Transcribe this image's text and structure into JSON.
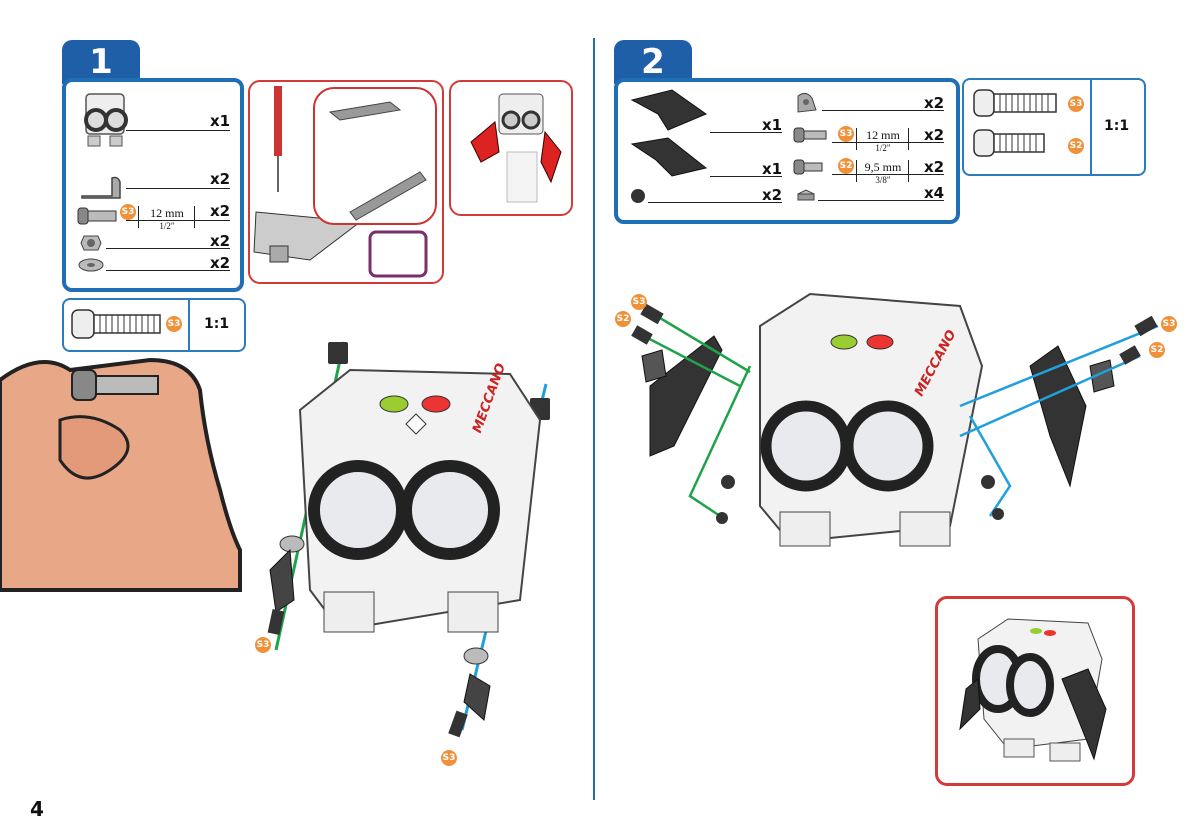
{
  "page_number": "4",
  "step1": {
    "number": "1",
    "parts": [
      {
        "name": "robot-head",
        "qty": "x1"
      },
      {
        "name": "angle-bracket",
        "qty": "x2"
      },
      {
        "name": "screw",
        "qty": "x2",
        "badge": "S3",
        "length_mm": "12 mm",
        "length_in": "1/2\""
      },
      {
        "name": "nut",
        "qty": "x2"
      },
      {
        "name": "washer",
        "qty": "x2"
      }
    ],
    "scale": {
      "badge": "S3",
      "label": "1:1"
    },
    "callout_badges": [
      "S3",
      "S3"
    ]
  },
  "step2": {
    "number": "2",
    "parts": [
      {
        "name": "arm-plate",
        "qty": "x1"
      },
      {
        "name": "arm-plate",
        "qty": "x1"
      },
      {
        "name": "nut",
        "qty": "x2"
      },
      {
        "name": "angle-bracket",
        "qty": "x2"
      },
      {
        "name": "screw",
        "qty": "x2",
        "badge": "S3",
        "length_mm": "12 mm",
        "length_in": "1/2\""
      },
      {
        "name": "screw",
        "qty": "x2",
        "badge": "S2",
        "length_mm": "9,5 mm",
        "length_in": "3/8\""
      },
      {
        "name": "square-nut",
        "qty": "x4"
      }
    ],
    "scale": {
      "badges": [
        "S3",
        "S2"
      ],
      "label": "1:1"
    },
    "callout_badges": [
      "S3",
      "S2",
      "S3",
      "S2"
    ]
  },
  "robot": {
    "brand": "MECCANO"
  },
  "colors": {
    "accent_blue": "#1e5fa8",
    "frame_red": "#d33a3a",
    "badge_orange": "#f0913a",
    "guide_green": "#1fa34a",
    "guide_blue": "#1fa0dc"
  }
}
